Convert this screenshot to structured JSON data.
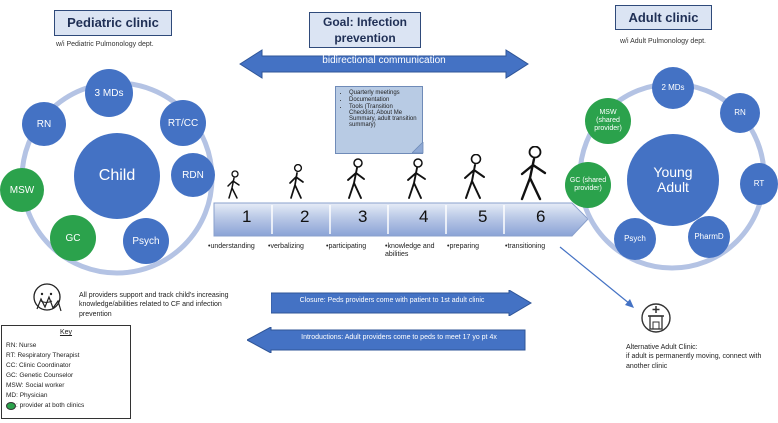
{
  "pediatric": {
    "title": "Pediatric clinic",
    "subtitle": "w/i  Pediatric Pulmonology dept.",
    "center": "Child",
    "nodes": [
      "3 MDs",
      "RT/CC",
      "RDN",
      "Psych",
      "GC",
      "MSW",
      "RN"
    ]
  },
  "adult": {
    "title": "Adult clinic",
    "subtitle": "w/i  Adult  Pulmonology dept.",
    "center": "Young Adult",
    "nodes": [
      "2 MDs",
      "RN",
      "RT",
      "PharmD",
      "Psych",
      "GC (shared provider)",
      "MSW (shared provider)"
    ]
  },
  "goal": "Goal: Infection prevention",
  "bidirectional": "bidirectional communication",
  "meetings_note": [
    "Quarterly meetings",
    "Documentation",
    "Tools (Transition Checklist, About Me Summary, adult transition summary)"
  ],
  "steps": [
    {
      "num": "1",
      "label": "•understanding"
    },
    {
      "num": "2",
      "label": "•verbalizing"
    },
    {
      "num": "3",
      "label": "•participating"
    },
    {
      "num": "4",
      "label": "•knowledge and abilities"
    },
    {
      "num": "5",
      "label": "•preparing"
    },
    {
      "num": "6",
      "label": "•transitioning"
    }
  ],
  "support_text": "All providers support and track child's increasing knowledge/abilities related to CF and infection prevention",
  "closure": "Closure: Peds providers come with patient to 1st adult clinic",
  "introductions": "Introductions: Adult providers come to peds to meet 17 yo pt 4x",
  "alt_clinic": "Alternative Adult Clinic:\n if adult is permanently moving, connect with another clinic",
  "key": {
    "title": "Key",
    "items": [
      "RN: Nurse",
      "RT: Respiratory Therapist",
      "CC: Clinic Coordinator",
      "GC: Genetic Counselor",
      "MSW: Social worker",
      "MD: Physician"
    ],
    "green_item": ": provider at both clinics"
  },
  "colors": {
    "primary_blue": "#4472c4",
    "ring_blue": "#b4c3e4",
    "green": "#2ba24c",
    "header_fill": "#dbe4f3",
    "arrow_blue": "#4472c4"
  },
  "icons": [
    "walking-person-icon",
    "face-touch-icon",
    "clinic-building-icon"
  ]
}
